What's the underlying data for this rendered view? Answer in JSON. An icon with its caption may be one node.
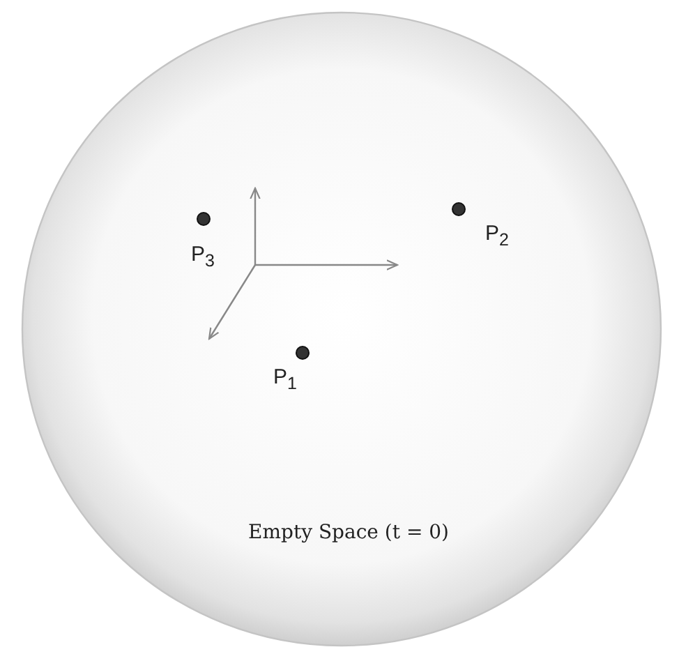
{
  "diagram": {
    "nodes": [
      {
        "text": [
          "Empty Space (t = 0)"
        ]
      }
    ],
    "labels": [
      "P$_{3}$",
      "P$_{2}$",
      "P$_{1}$"
    ]
  }
}
